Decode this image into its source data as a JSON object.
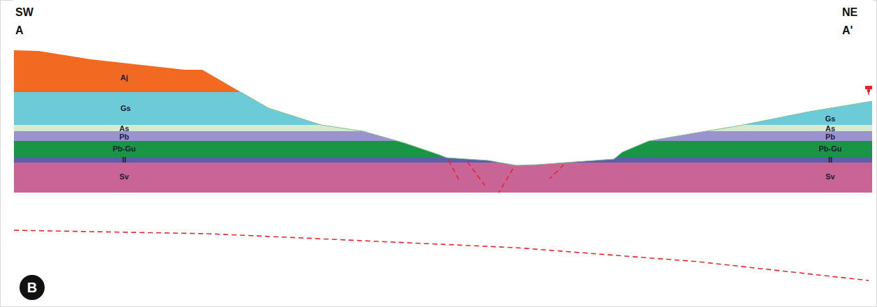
{
  "diagram": {
    "nodes": [
      {
        "text": [
          "B"
        ]
      }
    ],
    "labels": [
      "SW",
      "A",
      "NE",
      "A'",
      "Aj",
      "Gs",
      "As",
      "Pb",
      "Pb-Gu",
      "II",
      "Sv",
      "Gs",
      "As",
      "Pb",
      "Pb-Gu",
      "II",
      "Sv"
    ]
  }
}
